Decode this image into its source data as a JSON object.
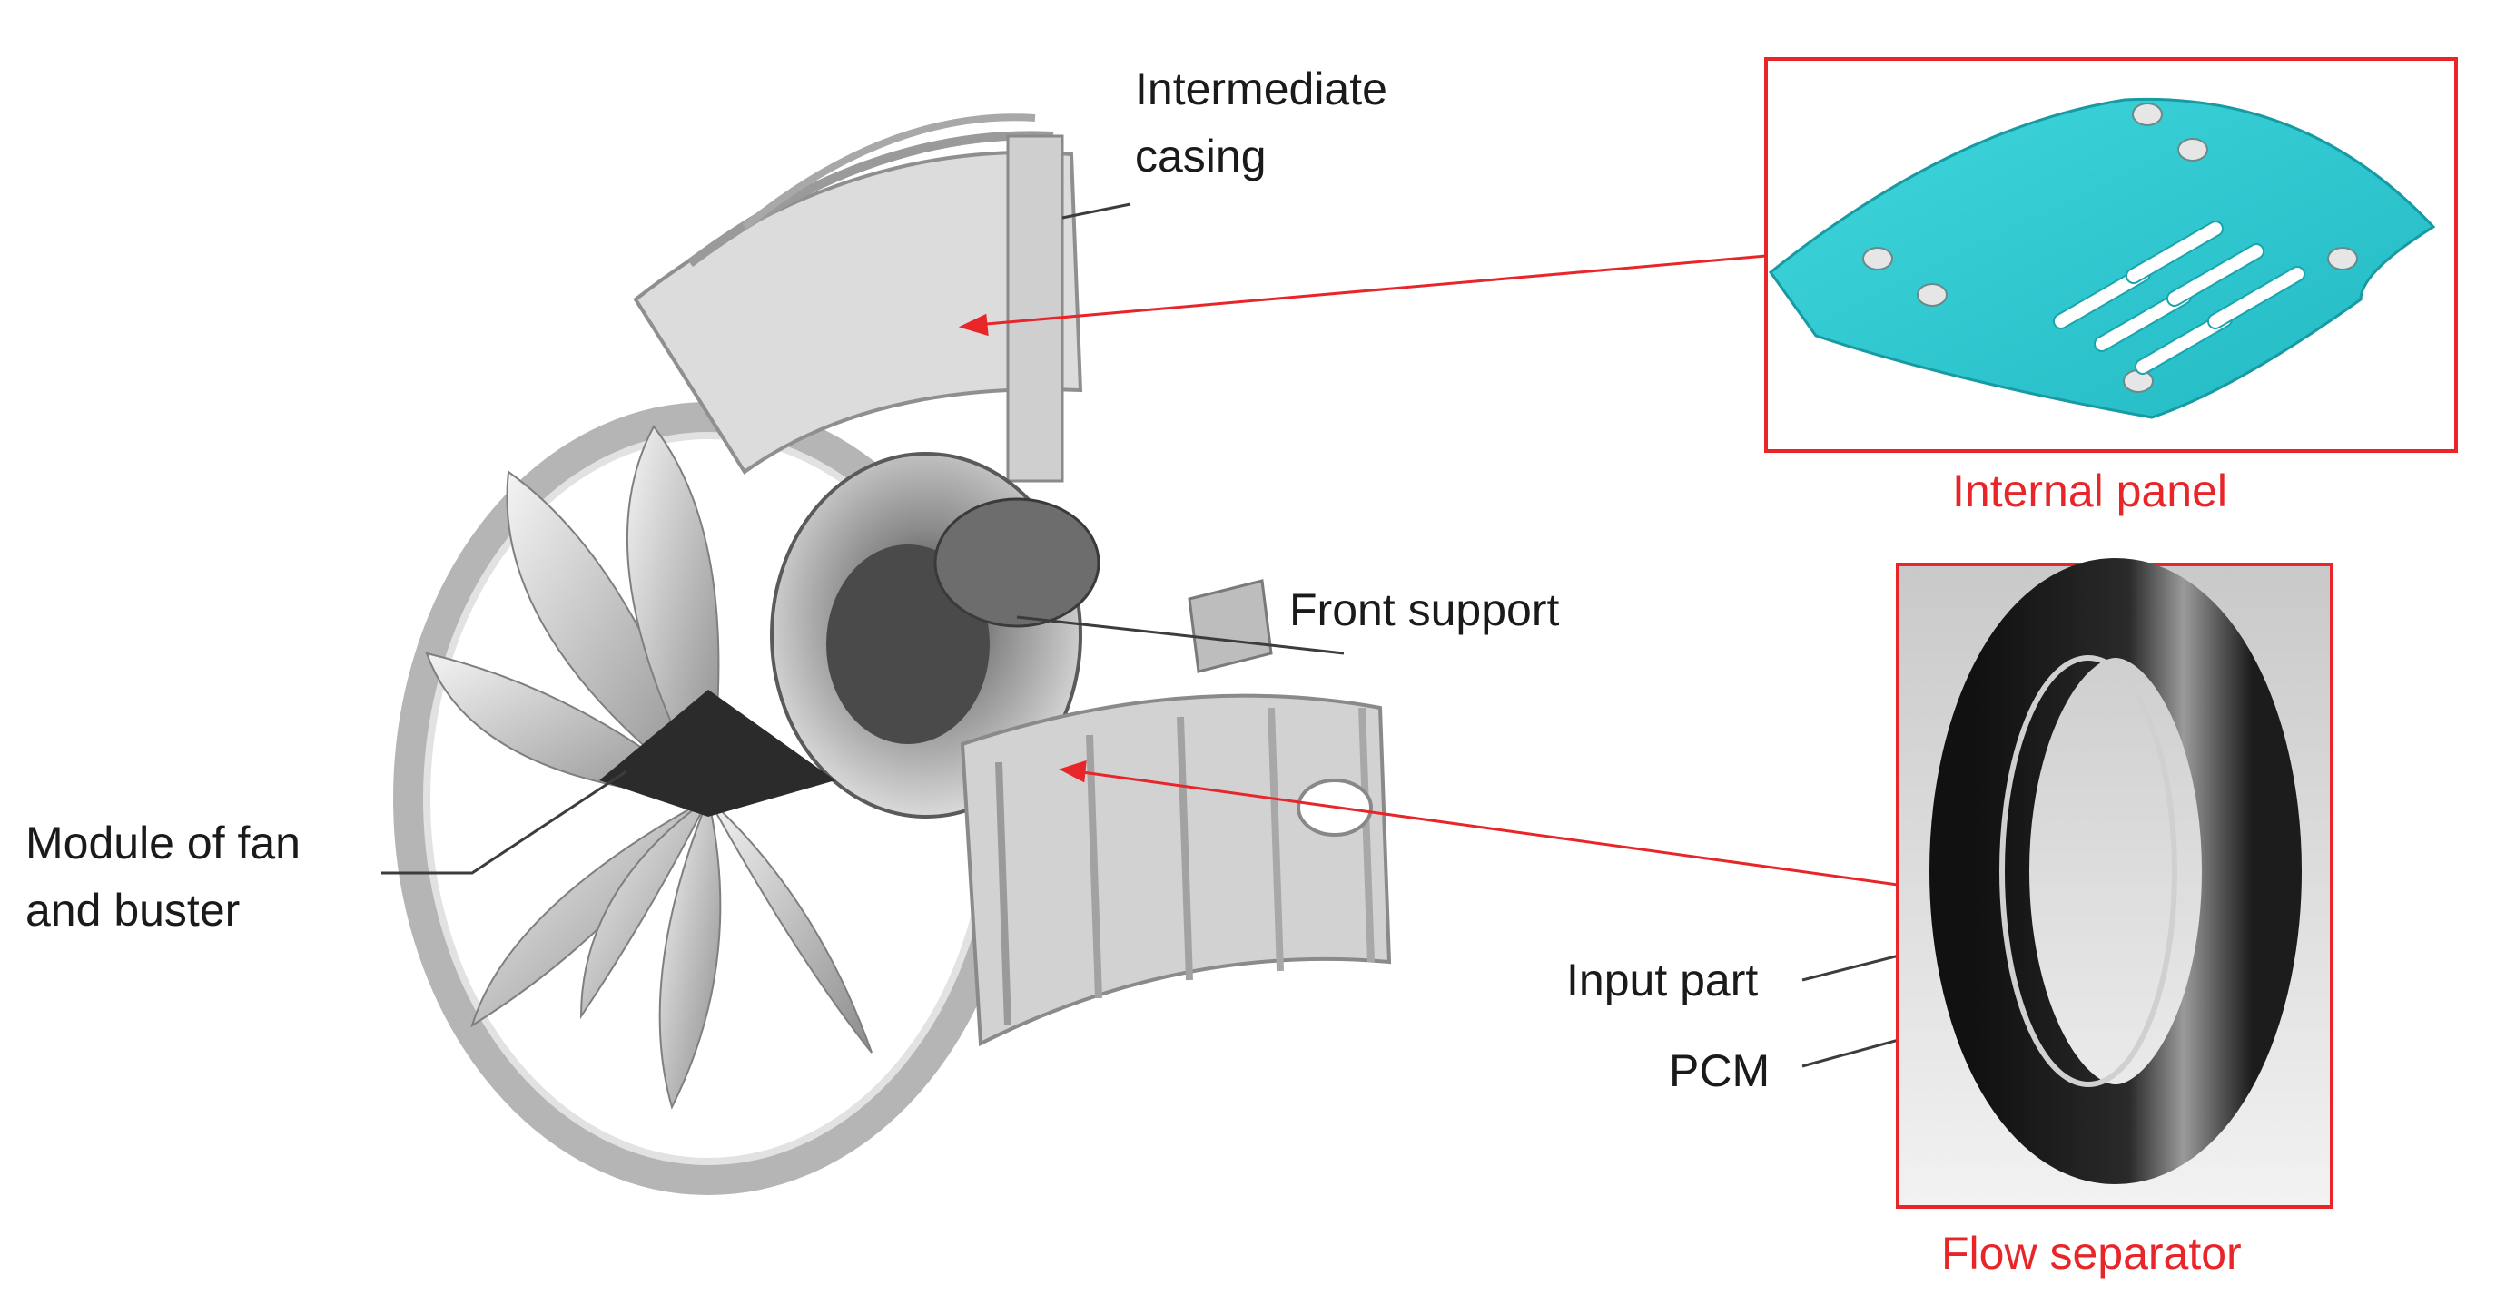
{
  "labels": {
    "intermediate_casing_line1": "Intermediate",
    "intermediate_casing_line2": "casing",
    "front_support": "Front support",
    "module_line1": "Module of fan",
    "module_line2": "and buster",
    "internal_panel": "Internal panel",
    "flow_separator": "Flow separator",
    "input_part": "Input part",
    "pcm": "PCM"
  },
  "colors": {
    "accent_red": "#e8262a",
    "panel_cyan": "#2ec9d2",
    "label_black": "#1a1a1a"
  }
}
